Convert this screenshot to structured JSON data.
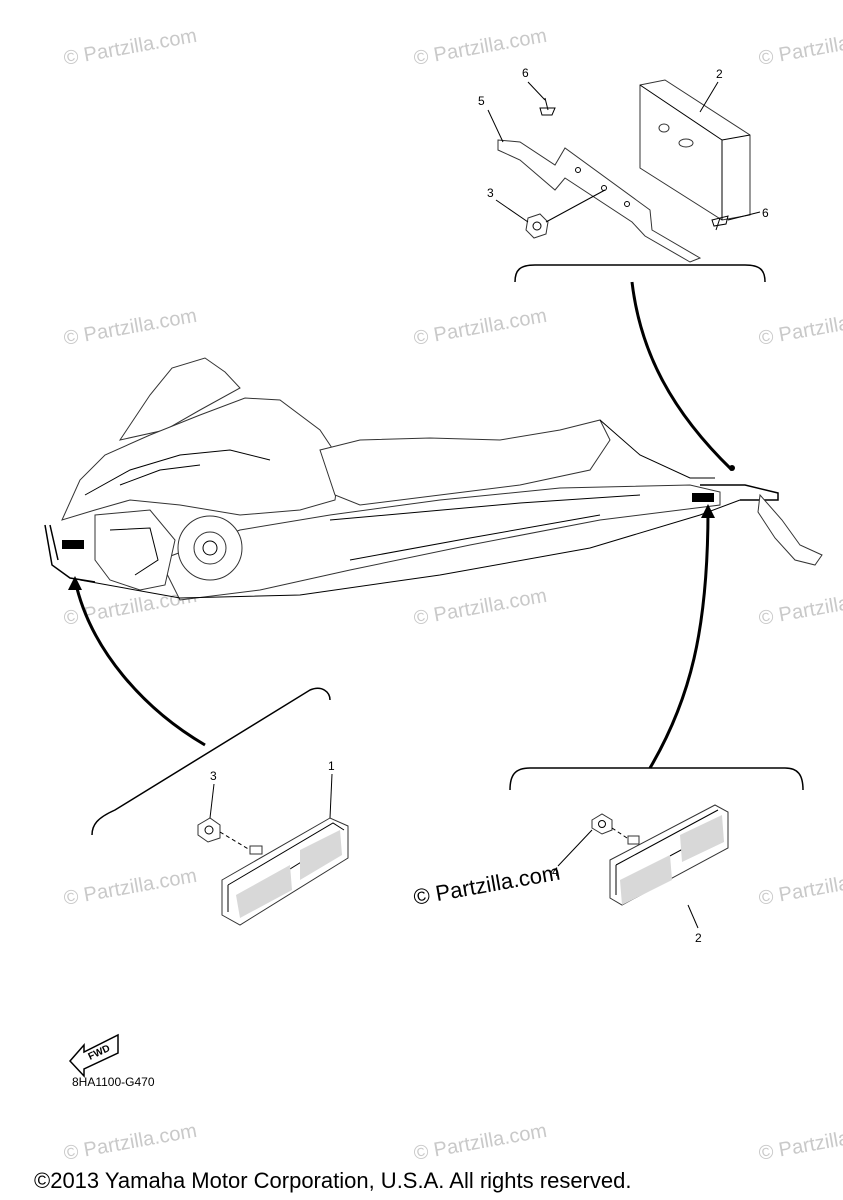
{
  "watermark_text": "© Partzilla.com",
  "watermark_main": "© Partzilla.com",
  "callouts": {
    "rear_bracket_reflector": "2",
    "rear_bracket_nut": "3",
    "bracket": "5",
    "rivet_top": "6",
    "rivet_right": "6",
    "front_reflector": "1",
    "front_nut": "3",
    "side_reflector": "2",
    "side_nut": "4"
  },
  "fwd_label": "FWD",
  "diagram_code": "8HA1100-G470",
  "copyright": "©2013 Yamaha Motor Corporation, U.S.A. All rights reserved."
}
